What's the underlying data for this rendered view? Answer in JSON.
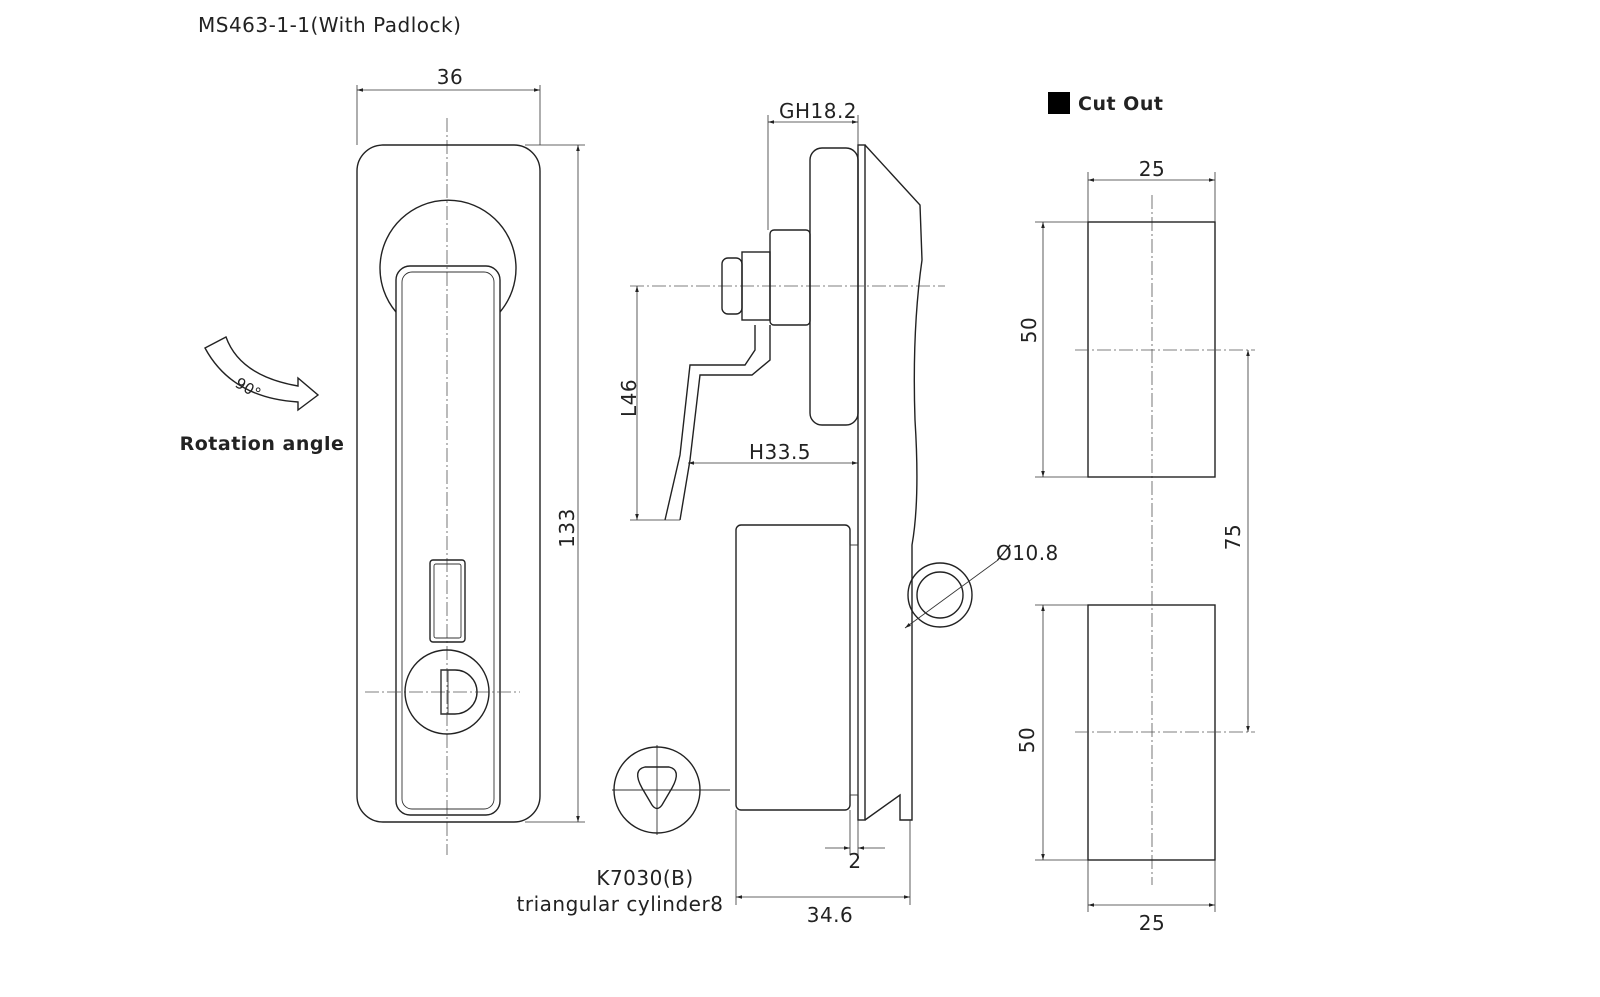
{
  "title": "MS463-1-1(With Padlock)",
  "front_view": {
    "width_dim": "36",
    "height_dim": "133",
    "rotation_angle": "90°",
    "rotation_label": "Rotation angle"
  },
  "side_view": {
    "gh_dim": "GH18.2",
    "l_dim": "L46",
    "h_dim": "H33.5",
    "hole_dim": "Ø10.8",
    "gap_dim": "2",
    "depth_dim": "34.6"
  },
  "cylinder": {
    "model": "K7030(B)",
    "description": "triangular cylinder8"
  },
  "cut_out": {
    "legend_label": "Cut Out",
    "top_width": "25",
    "top_height": "50",
    "spacing": "75",
    "bottom_height": "50",
    "bottom_width": "25"
  }
}
